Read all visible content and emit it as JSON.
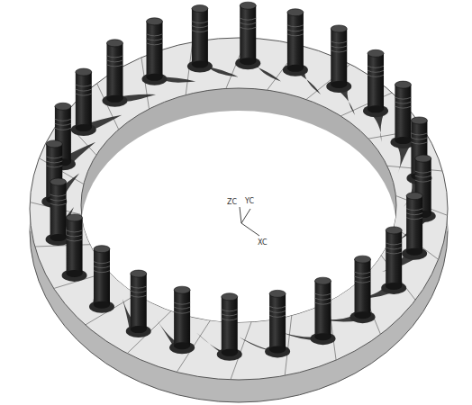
{
  "diagram": {
    "labels": [
      "ZC",
      "YC",
      "XC"
    ]
  }
}
